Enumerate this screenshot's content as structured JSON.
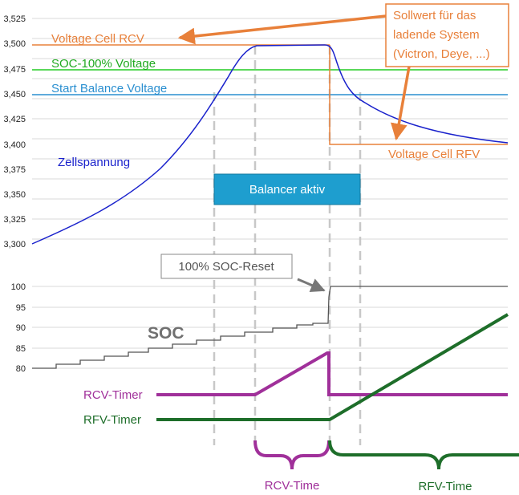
{
  "colors": {
    "rcv": "#E8803A",
    "soc100": "#22CC22",
    "start_balance": "#2A8FD0",
    "cell_curve": "#1A22CC",
    "soc_line": "#555555",
    "rcv_timer": "#A0309A",
    "rfv_timer": "#1E6E2A",
    "balancer_fill": "#1E9ECF",
    "grid": "#D8D8D8",
    "dashed": "#C8C8C8"
  },
  "voltage_chart": {
    "y_ticks": [
      "3,525",
      "3,500",
      "3,475",
      "3,450",
      "3,425",
      "3,400",
      "3,375",
      "3,350",
      "3,325",
      "3,300"
    ],
    "ylim": [
      3.3,
      3.525
    ],
    "levels": {
      "rcv": {
        "label": "Voltage Cell RCV",
        "value": 3.5
      },
      "soc100": {
        "label": "SOC-100% Voltage",
        "value": 3.475
      },
      "start_balance": {
        "label": "Start Balance Voltage",
        "value": 3.45
      },
      "rfv": {
        "label": "Voltage Cell RFV",
        "value": 3.4
      }
    },
    "curve_label": "Zellspannung",
    "balancer_label": "Balancer aktiv",
    "callout_text": [
      "Sollwert für das",
      "ladende System",
      "(Victron, Deye, ...)"
    ]
  },
  "soc_chart": {
    "y_ticks": [
      "100",
      "95",
      "90",
      "85",
      "80"
    ],
    "ylim": [
      80,
      100
    ],
    "label": "SOC",
    "reset_label": "100% SOC-Reset"
  },
  "timers": {
    "rcv_label": "RCV-Timer",
    "rfv_label": "RFV-Timer"
  },
  "periods": {
    "rcv_time": "RCV-Time",
    "rfv_time": "RFV-Time"
  }
}
